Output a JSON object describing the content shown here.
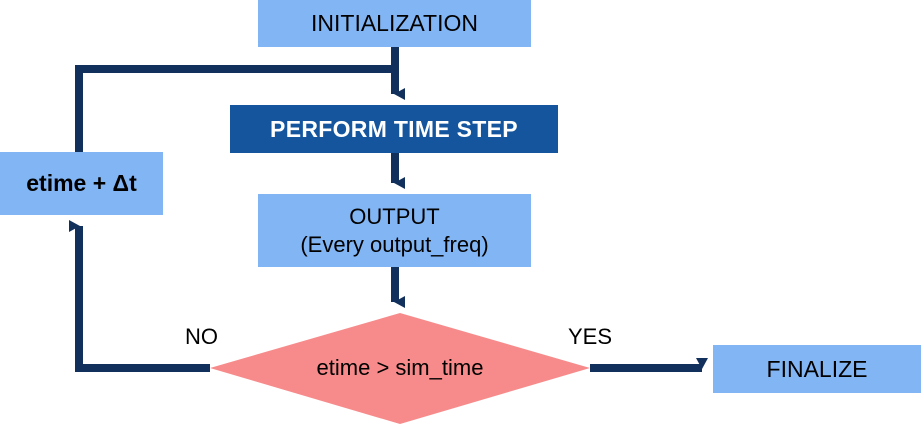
{
  "diagram": {
    "title": "Simulation time-stepping flowchart",
    "type": "flowchart",
    "colors": {
      "process_fill": "#82b5f4",
      "emphasis_fill": "#14559e",
      "emphasis_text": "#ffffff",
      "decision_fill": "#f78b8b",
      "connector": "#12305c",
      "background": "#ffffff",
      "text": "#000000"
    },
    "nodes": {
      "initialization": {
        "label": "INITIALIZATION",
        "shape": "rectangle"
      },
      "perform_time_step": {
        "label": "PERFORM TIME STEP",
        "shape": "rectangle"
      },
      "output": {
        "shape": "rectangle",
        "line1": "OUTPUT",
        "line2": "(Every output_freq)"
      },
      "etime_increment": {
        "label": "etime + Δt",
        "shape": "rectangle"
      },
      "decision": {
        "label": "etime > sim_time",
        "shape": "diamond"
      },
      "finalize": {
        "label": "FINALIZE",
        "shape": "rectangle"
      }
    },
    "edge_labels": {
      "no": "NO",
      "yes": "YES"
    }
  }
}
